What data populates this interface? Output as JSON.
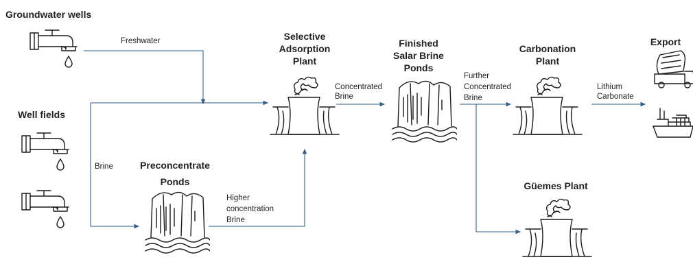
{
  "nodes": {
    "groundwater_wells": "Groundwater wells",
    "well_fields": "Well fields",
    "selective_adsorption": [
      "Selective",
      "Adsorption",
      "Plant"
    ],
    "finished_ponds": [
      "Finished",
      "Salar Brine",
      "Ponds"
    ],
    "carbonation_plant": [
      "Carbonation",
      "Plant"
    ],
    "export": "Export",
    "preconcentrate_ponds": [
      "Preconcentrate",
      "Ponds"
    ],
    "guemes_plant": "Güemes Plant"
  },
  "flows": {
    "freshwater": "Freshwater",
    "brine": "Brine",
    "concentrated_brine": [
      "Concentrated",
      "Brine"
    ],
    "further_concentrated_brine": [
      "Further",
      "Concentrated",
      "Brine"
    ],
    "higher_concentration_brine": [
      "Higher",
      "concentration",
      "Brine"
    ],
    "lithium_carbonate": [
      "Lithium",
      "Carbonate"
    ]
  },
  "colors": {
    "flow_line": "#2f5f8a",
    "icon_ink": "#1a1a1a"
  }
}
